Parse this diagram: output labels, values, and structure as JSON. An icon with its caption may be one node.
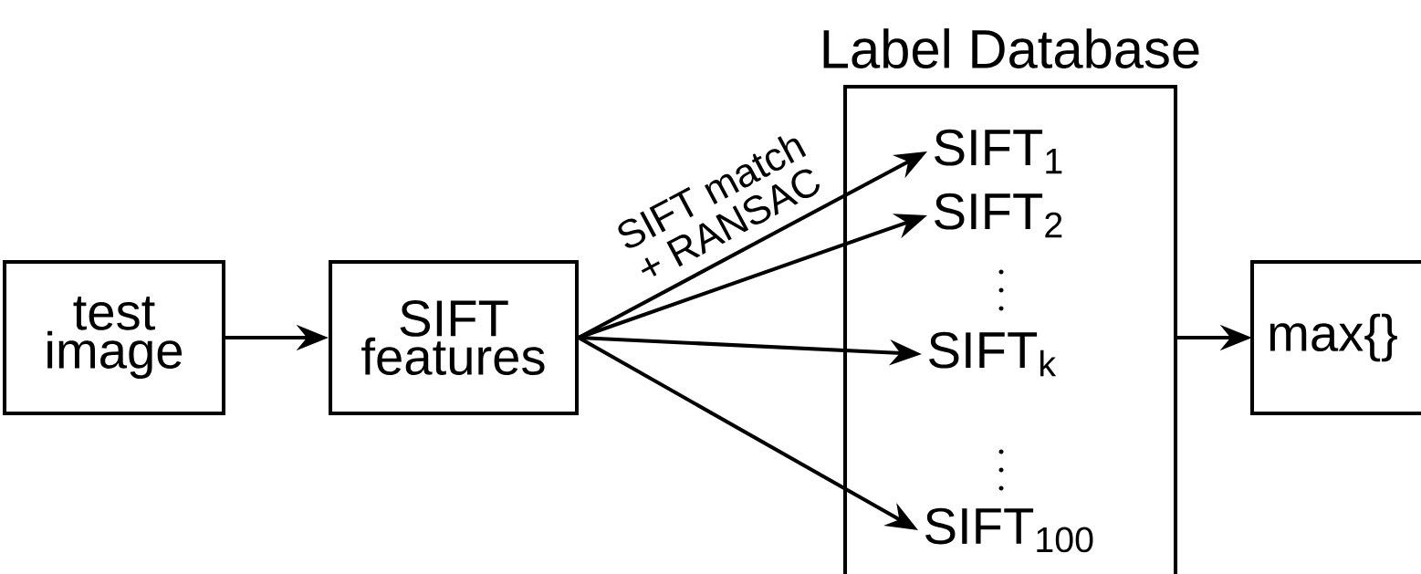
{
  "diagram": {
    "nodes": [
      {
        "text": [
          "test image"
        ]
      },
      {
        "text": [
          "SIFT features"
        ]
      },
      {
        "text": [
          "Label Database"
        ]
      },
      {
        "text": [
          "SIFT$_{1}$"
        ],
        "in": 2
      },
      {
        "text": [
          "SIFT$_{2}$"
        ],
        "in": 2
      },
      {
        "text": [
          "SIFT$_{k}$"
        ],
        "in": 2
      },
      {
        "text": [
          "SIFT$_{100}$"
        ],
        "in": 2
      },
      {
        "text": [
          "max{}"
        ]
      }
    ],
    "edges": [
      {
        "from": 0,
        "to": 1,
        "arrow": "to"
      },
      {
        "from": 1,
        "to": 3,
        "arrow": "to",
        "label": "SIFT match + RANSAC"
      },
      {
        "from": 1,
        "to": 4,
        "arrow": "to"
      },
      {
        "from": 1,
        "to": 5,
        "arrow": "to"
      },
      {
        "from": 1,
        "to": 6,
        "arrow": "to"
      },
      {
        "from": 2,
        "to": 7,
        "arrow": "to"
      }
    ]
  }
}
